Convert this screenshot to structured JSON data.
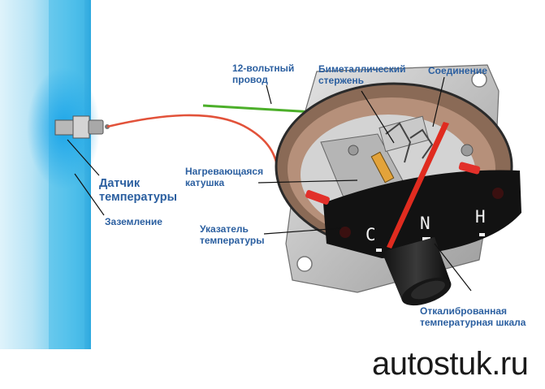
{
  "labels": {
    "wire": "12-вольтный\nпровод",
    "rod": "Биметаллический\nстержень",
    "connection": "Соединение",
    "coil": "Нагревающаяся\nкатушка",
    "sensor": "Датчик\nтемпературы",
    "ground": "Заземление",
    "pointer": "Указатель\nтемпературы",
    "scale": "Откалиброванная\nтемпературная шкала"
  },
  "gauge_letters": {
    "cold": "C",
    "normal": "N",
    "hot": "H"
  },
  "watermark": "autostuk.ru",
  "colors": {
    "label": "#2b5fa0",
    "wire_green": "#4caf2a",
    "wire_red": "#e2523a",
    "needle": "#e02b1f",
    "wall": "#3fb8e6"
  }
}
